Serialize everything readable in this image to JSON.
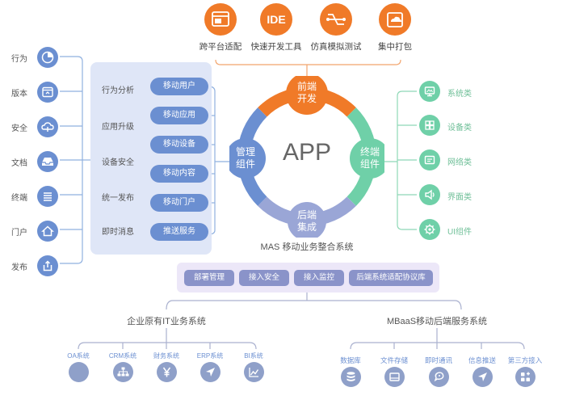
{
  "center": {
    "title": "APP"
  },
  "ring": {
    "top": {
      "line1": "前端",
      "line2": "开发"
    },
    "right": {
      "line1": "终端",
      "line2": "组件"
    },
    "bottom": {
      "line1": "后端",
      "line2": "集成"
    },
    "left": {
      "line1": "管理",
      "line2": "组件"
    }
  },
  "top_tools": [
    {
      "label": "跨平台适配",
      "icon": "window-icon"
    },
    {
      "label": "快速开发工具",
      "icon": "ide-icon",
      "glyph": "IDE"
    },
    {
      "label": "仿真模拟测试",
      "icon": "simulation-icon"
    },
    {
      "label": "集中打包",
      "icon": "package-icon"
    }
  ],
  "left_column": [
    {
      "label": "行为",
      "icon": "pie-chart-icon"
    },
    {
      "label": "版本",
      "icon": "version-icon"
    },
    {
      "label": "安全",
      "icon": "cloud-shield-icon"
    },
    {
      "label": "文档",
      "icon": "inbox-icon"
    },
    {
      "label": "终端",
      "icon": "list-icon"
    },
    {
      "label": "门户",
      "icon": "home-icon"
    },
    {
      "label": "发布",
      "icon": "upload-icon"
    }
  ],
  "management_panel": {
    "features": [
      "行为分析",
      "应用升级",
      "设备安全",
      "统一发布",
      "即时消息"
    ],
    "buttons": [
      "移动用户",
      "移动应用",
      "移动设备",
      "移动内容",
      "移动门户",
      "推送服务"
    ]
  },
  "right_column": [
    {
      "label": "系统类",
      "icon": "monitor-icon"
    },
    {
      "label": "设备类",
      "icon": "grid-icon"
    },
    {
      "label": "网络类",
      "icon": "network-icon"
    },
    {
      "label": "界面类",
      "icon": "interface-icon"
    },
    {
      "label": "UI组件",
      "icon": "gear-icon"
    }
  ],
  "mas": {
    "title": "MAS 移动业务整合系统",
    "buttons": [
      "部署管理",
      "接入安全",
      "接入监控",
      "后端系统适配协议库"
    ]
  },
  "enterprise": {
    "title": "企业原有IT业务系统",
    "items": [
      {
        "label": "OA系统",
        "icon": "circle-icon"
      },
      {
        "label": "CRM系统",
        "icon": "org-chart-icon"
      },
      {
        "label": "财务系统",
        "icon": "yen-icon"
      },
      {
        "label": "ERP系统",
        "icon": "send-icon"
      },
      {
        "label": "BI系统",
        "icon": "line-chart-icon"
      }
    ]
  },
  "mbaas": {
    "title": "MBaaS移动后端服务系统",
    "items": [
      {
        "label": "数据库",
        "icon": "database-icon"
      },
      {
        "label": "文件存储",
        "icon": "storage-icon"
      },
      {
        "label": "即时通讯",
        "icon": "chat-icon"
      },
      {
        "label": "信息推送",
        "icon": "push-icon"
      },
      {
        "label": "第三方接入",
        "icon": "plugin-icon"
      }
    ]
  },
  "colors": {
    "orange": "#f07a28",
    "orange_dark": "#e8681a",
    "blue": "#6b8fd1",
    "blue_light": "#dfe6f7",
    "green": "#6fd0a8",
    "lavender": "#9aa6d6",
    "purple_panel": "#ece7f8",
    "purple_btn": "#8a93c9",
    "gray_blue": "#8fa0c9"
  }
}
